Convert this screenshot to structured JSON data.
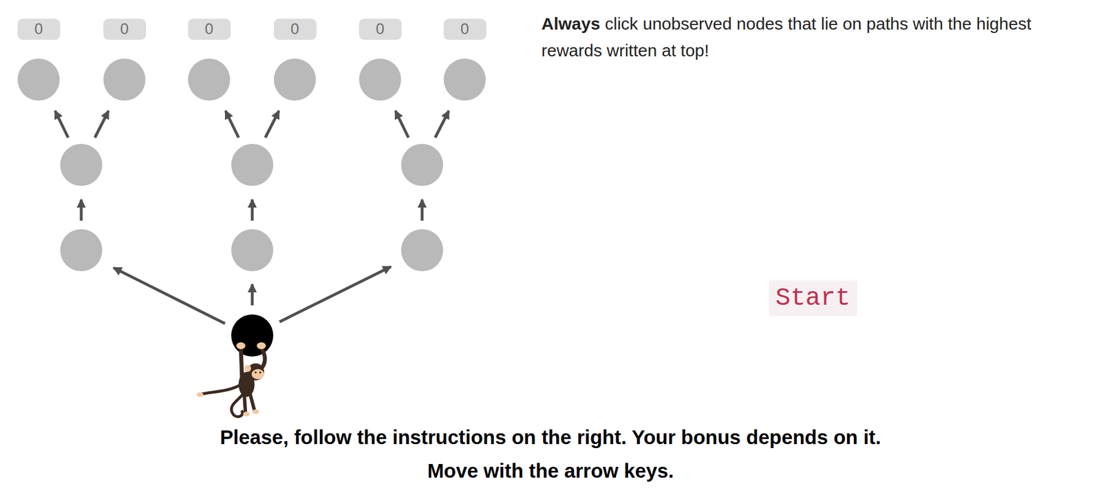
{
  "diagram": {
    "nodes": [
      {
        "text": [
          "0"
        ]
      },
      {
        "text": [
          "0"
        ]
      },
      {
        "text": [
          "0"
        ]
      },
      {
        "text": [
          "0"
        ]
      },
      {
        "text": [
          "0"
        ]
      },
      {
        "text": [
          "0"
        ]
      },
      {
        "text": [
          "Start"
        ]
      }
    ],
    "labels": [
      "Always",
      "click unobserved nodes that lie on paths with the highest rewards written at top!",
      "Please, follow the instructions on the right. Your bonus depends on it.",
      "Move with the arrow keys."
    ]
  }
}
